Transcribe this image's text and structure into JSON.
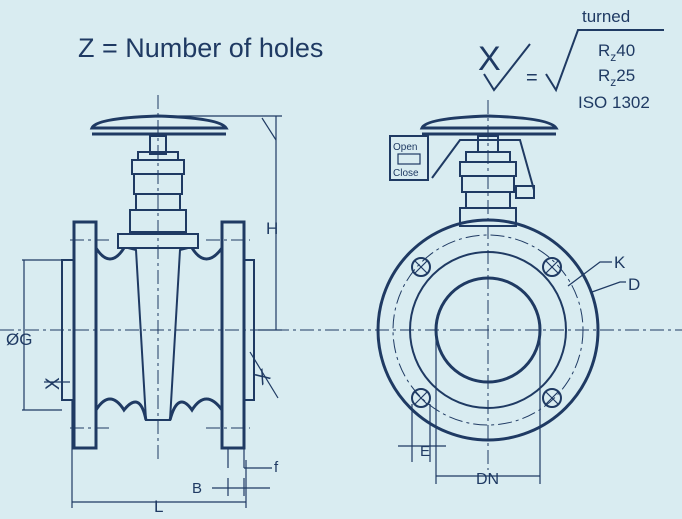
{
  "title": "Z = Number of holes",
  "surface": {
    "symbol": "X",
    "equals": "=",
    "top_word": "turned",
    "line1_main": "R",
    "line1_sub": "z",
    "line1_val": "40",
    "line2_main": "R",
    "line2_sub": "z",
    "line2_val": "25",
    "standard": "ISO 1302"
  },
  "indicator": {
    "open": "Open",
    "close": "Close"
  },
  "dims": {
    "H": "H",
    "G": "ØG",
    "X_left": "X",
    "X_right": "X",
    "f": "f",
    "B": "B",
    "L": "L",
    "K": "K",
    "D": "D",
    "E": "E",
    "DN": "DN"
  },
  "colors": {
    "line": "#1f3a63",
    "background": "#d9ecf1"
  }
}
